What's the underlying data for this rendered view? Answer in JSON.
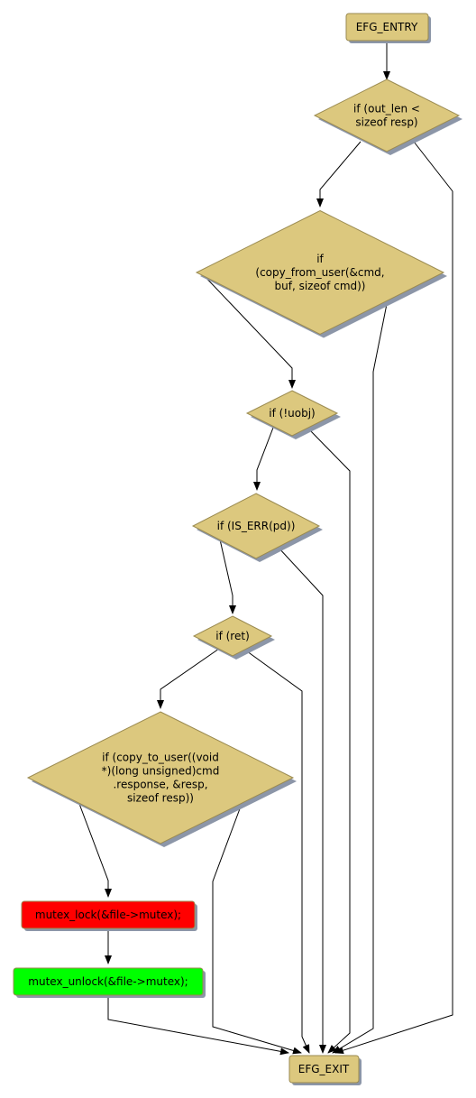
{
  "nodes": {
    "entry": {
      "kind": "box",
      "fill": "#dcc87e",
      "lines": [
        "EFG_ENTRY"
      ]
    },
    "d1": {
      "kind": "diamond",
      "fill": "#dcc87e",
      "lines": [
        "if (out_len <",
        "sizeof resp)"
      ]
    },
    "d2": {
      "kind": "diamond",
      "fill": "#dcc87e",
      "lines": [
        "if",
        "(copy_from_user(&cmd,",
        "buf, sizeof cmd))"
      ]
    },
    "d3": {
      "kind": "diamond",
      "fill": "#dcc87e",
      "lines": [
        "if (!uobj)"
      ]
    },
    "d4": {
      "kind": "diamond",
      "fill": "#dcc87e",
      "lines": [
        "if (IS_ERR(pd))"
      ]
    },
    "d5": {
      "kind": "diamond",
      "fill": "#dcc87e",
      "lines": [
        "if (ret)"
      ]
    },
    "d6": {
      "kind": "diamond",
      "fill": "#dcc87e",
      "lines": [
        "if (copy_to_user((void",
        "*)(long unsigned)cmd",
        ".response, &resp,",
        "sizeof resp))"
      ]
    },
    "lock": {
      "kind": "box",
      "fill": "#ff0000",
      "lines": [
        "mutex_lock(&file->mutex);"
      ]
    },
    "unlock": {
      "kind": "box",
      "fill": "#00ff00",
      "lines": [
        "mutex_unlock(&file->mutex);"
      ]
    },
    "exit": {
      "kind": "box",
      "fill": "#dcc87e",
      "lines": [
        "EFG_EXIT"
      ]
    }
  },
  "colors": {
    "edge": "#000000",
    "border": "#9a8a50",
    "shadow": "#8c96a8"
  }
}
